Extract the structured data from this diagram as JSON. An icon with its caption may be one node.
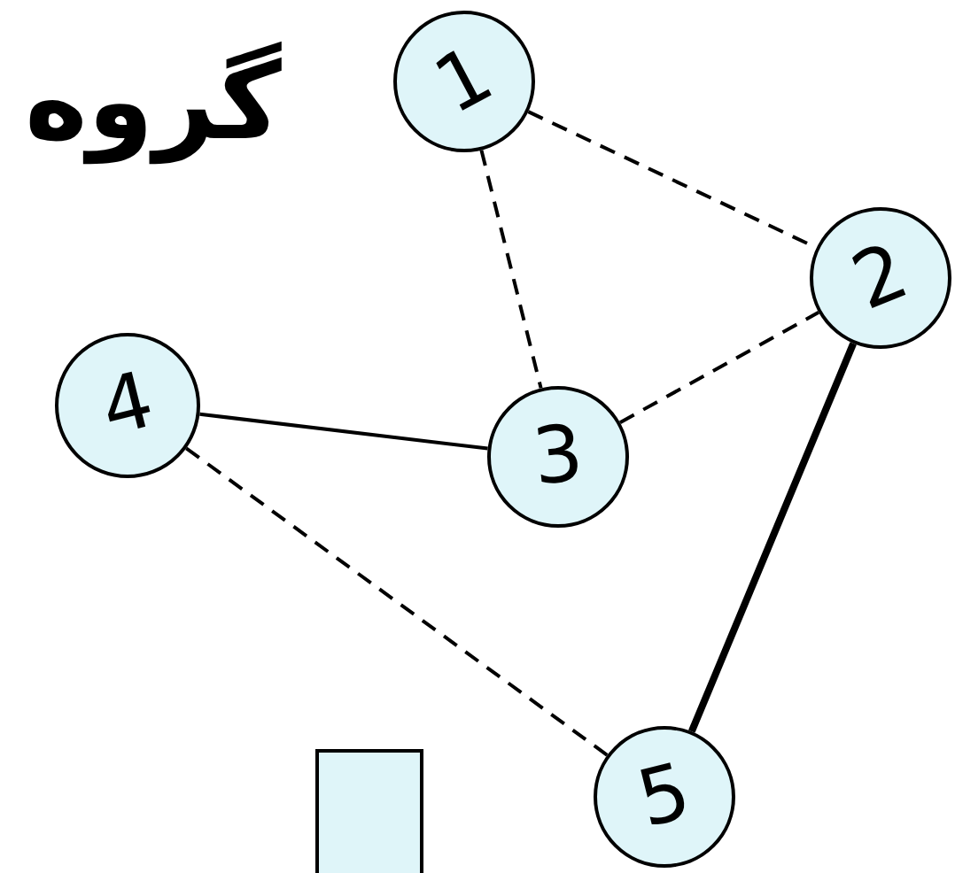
{
  "diagram": {
    "title": "گروه",
    "nodes": [
      {
        "text": [
          "1"
        ]
      },
      {
        "text": [
          "2"
        ]
      },
      {
        "text": [
          "3"
        ]
      },
      {
        "text": [
          "4"
        ]
      },
      {
        "text": [
          "5"
        ]
      },
      {
        "text": [],
        "shape": "box"
      }
    ],
    "edges": [
      {
        "from": 0,
        "to": 1,
        "arrow": "none",
        "style": "dashed"
      },
      {
        "from": 0,
        "to": 2,
        "arrow": "none",
        "style": "dashed"
      },
      {
        "from": 2,
        "to": 1,
        "arrow": "none",
        "style": "dashed"
      },
      {
        "from": 3,
        "to": 2,
        "arrow": "none"
      },
      {
        "from": 1,
        "to": 4,
        "arrow": "none",
        "style": "thick"
      },
      {
        "from": 3,
        "to": 4,
        "arrow": "none",
        "style": "dashed"
      }
    ]
  }
}
